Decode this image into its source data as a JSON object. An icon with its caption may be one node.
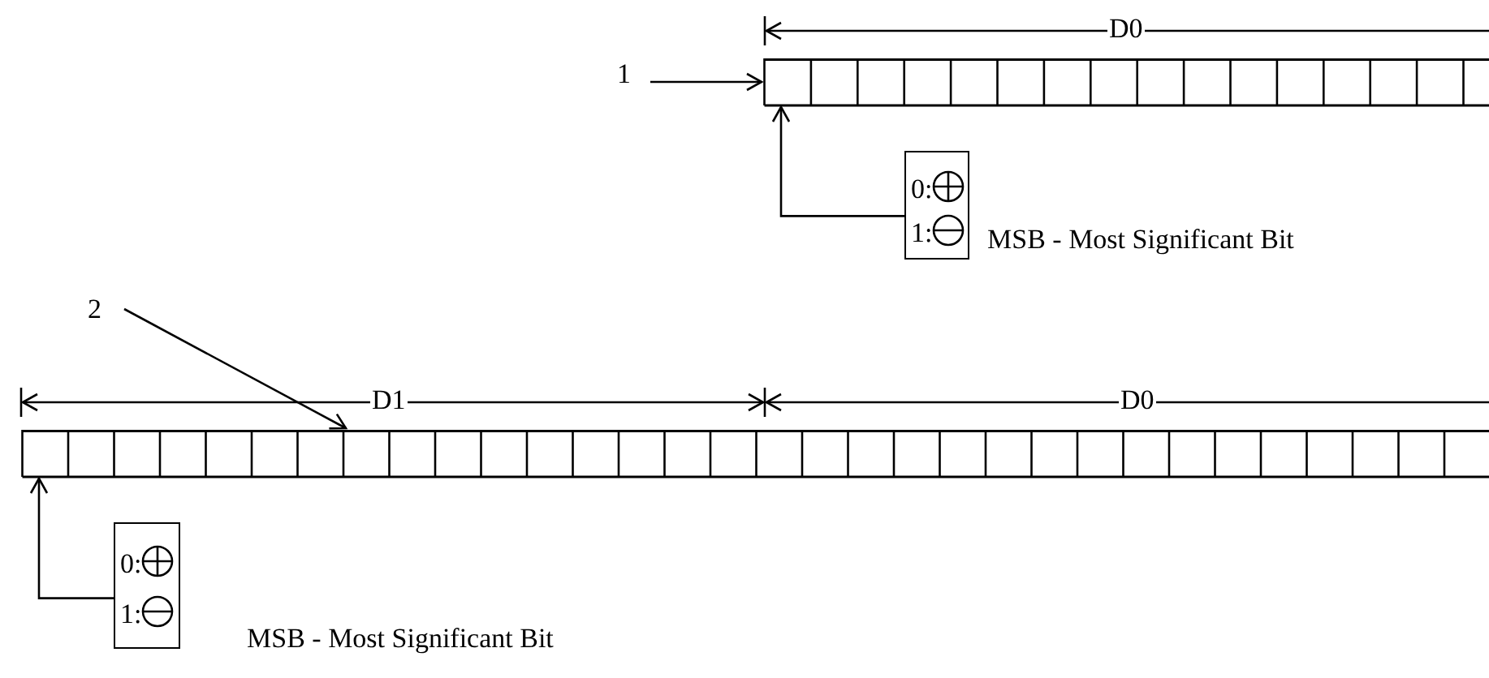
{
  "diagram": {
    "nodes": [
      {
        "text": [
          "1"
        ]
      },
      {
        "text": [],
        "shape": "bar"
      },
      {
        "text": [
          "0:",
          "1:"
        ],
        "beside": [
          "MSB - Most Significant Bit"
        ]
      },
      {
        "text": [
          "2"
        ]
      },
      {
        "text": [],
        "shape": "bar"
      },
      {
        "text": [
          "0:",
          "1:"
        ],
        "beside": [
          "MSB - Most Significant Bit"
        ]
      }
    ],
    "edges": [
      {
        "from": 0,
        "to": 1,
        "arrow": "to"
      },
      {
        "from": 2,
        "to": 1,
        "arrow": "to"
      },
      {
        "from": 3,
        "to": 4,
        "arrow": "to"
      },
      {
        "from": 5,
        "to": 4,
        "arrow": "to"
      }
    ],
    "labels": [
      "D0",
      "D1",
      "D0"
    ]
  }
}
